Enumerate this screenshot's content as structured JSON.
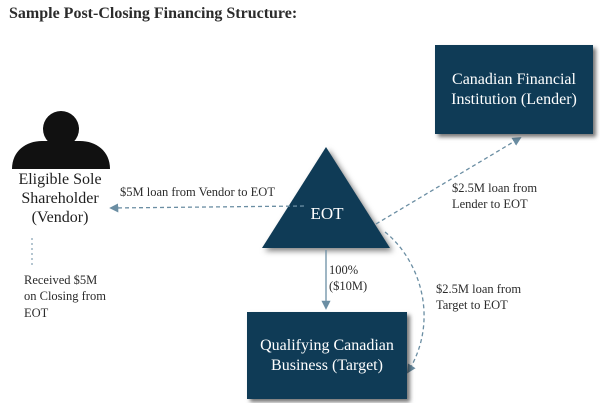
{
  "title": "Sample Post-Closing Financing Structure:",
  "colors": {
    "box_fill": "#0f3b56",
    "arrow": "#6b8ea3",
    "person": "#111111"
  },
  "nodes": {
    "lender": "Canadian Financial\nInstitution (Lender)",
    "eot": "EOT",
    "target": "Qualifying Canadian\nBusiness (Target)",
    "vendor": "Eligible Sole\nShareholder\n(Vendor)"
  },
  "icons": {
    "vendor": "person-icon"
  },
  "edges": {
    "vendor_loan": "$5M loan from Vendor to EOT",
    "lender_loan": "$2.5M loan from\nLender to EOT",
    "received": "Received $5M\non Closing from\nEOT",
    "ownership": "100%\n($10M)",
    "target_loan": "$2.5M loan from\nTarget to EOT"
  }
}
